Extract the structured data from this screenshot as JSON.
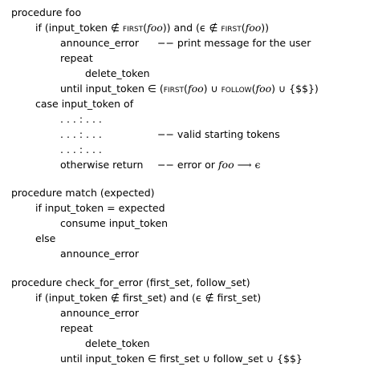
{
  "lines": {
    "l1": "procedure foo",
    "l2a": "if (input_token ∉ ",
    "l2b": "first",
    "l2c": "(",
    "l2d": "foo",
    "l2e": ")) and (ϵ ∉ ",
    "l2f": "first",
    "l2g": "(",
    "l2h": "foo",
    "l2i": "))",
    "l3": "announce_error",
    "l3c": "−− print message for the user",
    "l4": "repeat",
    "l5": "delete_token",
    "l6a": "until input_token ∈ (",
    "l6b": "first",
    "l6c": "(",
    "l6d": "foo",
    "l6e": ") ∪ ",
    "l6f": "follow",
    "l6g": "(",
    "l6h": "foo",
    "l6i": ") ∪ {$$})",
    "l7": "case input_token of",
    "l8": ". . . : . . .",
    "l9": ". . . : . . .",
    "l9c": "−− valid starting tokens",
    "l10": ". . . : . . .",
    "l11": "otherwise return",
    "l11c_a": "−− error or ",
    "l11c_b": "foo",
    "l11c_c": " ⟶ ϵ",
    "l12": "procedure match (expected)",
    "l13": "if input_token = expected",
    "l14": "consume input_token",
    "l15": "else",
    "l16": "announce_error",
    "l17": "procedure check_for_error (first_set, follow_set)",
    "l18": "if (input_token ∉ first_set) and (ϵ ∉ first_set)",
    "l19": "announce_error",
    "l20": "repeat",
    "l21": "delete_token",
    "l22": "until input_token ∈ first_set ∪ follow_set ∪ {$$}"
  }
}
